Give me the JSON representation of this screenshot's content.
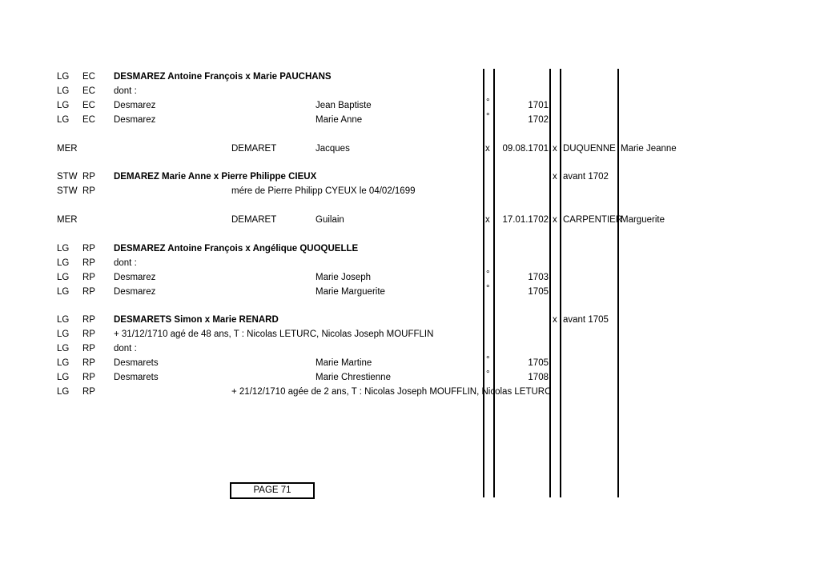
{
  "rows": [
    {
      "c1": "LG",
      "c2": "EC",
      "c3": "DESMAREZ Antoine François x Marie PAUCHANS",
      "c3_bold": true,
      "c4": "",
      "c5": "",
      "m1": "",
      "date": "",
      "m2": "",
      "spouse": "",
      "spouse_first": ""
    },
    {
      "c1": "LG",
      "c2": "EC",
      "c3": "dont :",
      "c4": "",
      "c5": "",
      "m1": "",
      "date": "",
      "m2": "",
      "spouse": "",
      "spouse_first": ""
    },
    {
      "c1": "LG",
      "c2": "EC",
      "c3": "Desmarez",
      "c4": "",
      "c5": "Jean Baptiste",
      "m1": "°",
      "date": "1701",
      "m2": "",
      "spouse": "",
      "spouse_first": ""
    },
    {
      "c1": "LG",
      "c2": "EC",
      "c3": "Desmarez",
      "c4": "",
      "c5": "Marie Anne",
      "m1": "°",
      "date": "1702",
      "m2": "",
      "spouse": "",
      "spouse_first": ""
    },
    {
      "c1": "",
      "c2": "",
      "c3": "",
      "c4": "",
      "c5": "",
      "m1": "",
      "date": "",
      "m2": "",
      "spouse": "",
      "spouse_first": ""
    },
    {
      "c1": "MER",
      "c2": "",
      "c3": "",
      "c4": "DEMARET",
      "c5": "Jacques",
      "m1": "x",
      "date": "09.08.1701",
      "m2": "x",
      "spouse": "DUQUENNE",
      "spouse_first": "Marie Jeanne"
    },
    {
      "c1": "",
      "c2": "",
      "c3": "",
      "c4": "",
      "c5": "",
      "m1": "",
      "date": "",
      "m2": "",
      "spouse": "",
      "spouse_first": ""
    },
    {
      "c1": "STW",
      "c2": "RP",
      "c3": "DEMAREZ Marie Anne x Pierre Philippe CIEUX",
      "c3_bold": true,
      "c4": "",
      "c5": "",
      "m1": "",
      "date": "",
      "m2": "x",
      "spouse": "avant 1702",
      "spouse_first": ""
    },
    {
      "c1": "STW",
      "c2": "RP",
      "c3": "",
      "c4": "mére de Pierre Philipp CYEUX le 04/02/1699",
      "c5": "",
      "m1": "",
      "date": "",
      "m2": "",
      "spouse": "",
      "spouse_first": ""
    },
    {
      "c1": "",
      "c2": "",
      "c3": "",
      "c4": "",
      "c5": "",
      "m1": "",
      "date": "",
      "m2": "",
      "spouse": "",
      "spouse_first": ""
    },
    {
      "c1": "MER",
      "c2": "",
      "c3": "",
      "c4": "DEMARET",
      "c5": "Guilain",
      "m1": "x",
      "date": "17.01.1702",
      "m2": "x",
      "spouse": "CARPENTIER",
      "spouse_first": "Marguerite"
    },
    {
      "c1": "",
      "c2": "",
      "c3": "",
      "c4": "",
      "c5": "",
      "m1": "",
      "date": "",
      "m2": "",
      "spouse": "",
      "spouse_first": ""
    },
    {
      "c1": "LG",
      "c2": "RP",
      "c3": "DESMAREZ Antoine François x Angélique QUOQUELLE",
      "c3_bold": true,
      "c4": "",
      "c5": "",
      "m1": "",
      "date": "",
      "m2": "",
      "spouse": "",
      "spouse_first": ""
    },
    {
      "c1": "LG",
      "c2": "RP",
      "c3": "dont :",
      "c4": "",
      "c5": "",
      "m1": "",
      "date": "",
      "m2": "",
      "spouse": "",
      "spouse_first": ""
    },
    {
      "c1": "LG",
      "c2": "RP",
      "c3": "Desmarez",
      "c4": "",
      "c5": "Marie Joseph",
      "m1": "°",
      "date": "1703",
      "m2": "",
      "spouse": "",
      "spouse_first": ""
    },
    {
      "c1": "LG",
      "c2": "RP",
      "c3": "Desmarez",
      "c4": "",
      "c5": "Marie Marguerite",
      "m1": "°",
      "date": "1705",
      "m2": "",
      "spouse": "",
      "spouse_first": ""
    },
    {
      "c1": "",
      "c2": "",
      "c3": "",
      "c4": "",
      "c5": "",
      "m1": "",
      "date": "",
      "m2": "",
      "spouse": "",
      "spouse_first": ""
    },
    {
      "c1": "LG",
      "c2": "RP",
      "c3": "DESMARETS Simon x Marie RENARD",
      "c3_bold": true,
      "c4": "",
      "c5": "",
      "m1": "",
      "date": "",
      "m2": "x",
      "spouse": "avant 1705",
      "spouse_first": ""
    },
    {
      "c1": "LG",
      "c2": "RP",
      "c3": " + 31/12/1710 agé de 48 ans, T : Nicolas LETURC, Nicolas Joseph MOUFFLIN",
      "c4": "",
      "c5": "",
      "m1": "",
      "date": "",
      "m2": "",
      "spouse": "",
      "spouse_first": ""
    },
    {
      "c1": "LG",
      "c2": "RP",
      "c3": "dont :",
      "c4": "",
      "c5": "",
      "m1": "",
      "date": "",
      "m2": "",
      "spouse": "",
      "spouse_first": ""
    },
    {
      "c1": "LG",
      "c2": "RP",
      "c3": "Desmarets",
      "c4": "",
      "c5": "Marie Martine",
      "m1": "°",
      "date": "1705",
      "m2": "",
      "spouse": "",
      "spouse_first": ""
    },
    {
      "c1": "LG",
      "c2": "RP",
      "c3": "Desmarets",
      "c4": "",
      "c5": "Marie Chrestienne",
      "m1": "°",
      "date": "1708",
      "m2": "",
      "spouse": "",
      "spouse_first": ""
    },
    {
      "c1": "LG",
      "c2": "RP",
      "c3": "",
      "c4": "+ 21/12/1710 agée de 2 ans, T : Nicolas Joseph MOUFFLIN, Nicolas LETURC",
      "c5": "",
      "m1": "",
      "date": "",
      "m2": "",
      "spouse": "",
      "spouse_first": ""
    }
  ],
  "footer": {
    "page_label": "PAGE 71"
  }
}
